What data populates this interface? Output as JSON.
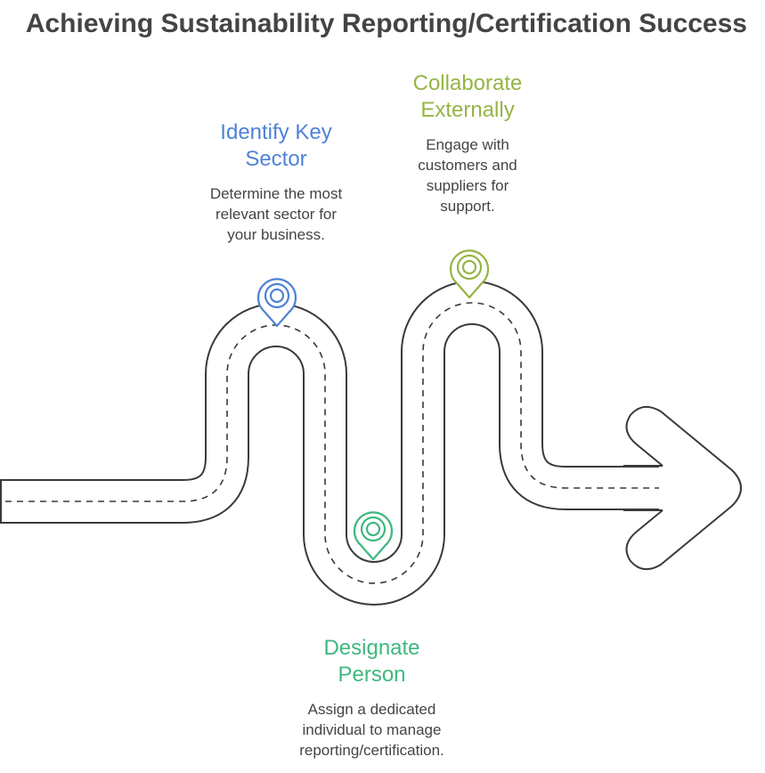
{
  "title": "Achieving Sustainability Reporting/Certification Success",
  "steps": [
    {
      "title_line1": "Identify Key",
      "title_line2": "Sector",
      "desc_lines": [
        "Determine the most",
        "relevant sector for",
        "your business."
      ],
      "color": "#4F82D6",
      "icon": "location-pin-icon"
    },
    {
      "title_line1": "Collaborate",
      "title_line2": "Externally",
      "desc_lines": [
        "Engage with",
        "customers and",
        "suppliers for",
        "support."
      ],
      "color": "#95B545",
      "icon": "location-pin-icon"
    },
    {
      "title_line1": "Designate",
      "title_line2": "Person",
      "desc_lines": [
        "Assign a dedicated",
        "individual to manage",
        "reporting/certification."
      ],
      "color": "#3FB87E",
      "icon": "location-pin-icon"
    }
  ],
  "colors": {
    "road_stroke": "#3a3a3a",
    "title": "#444444",
    "text": "#444444"
  }
}
